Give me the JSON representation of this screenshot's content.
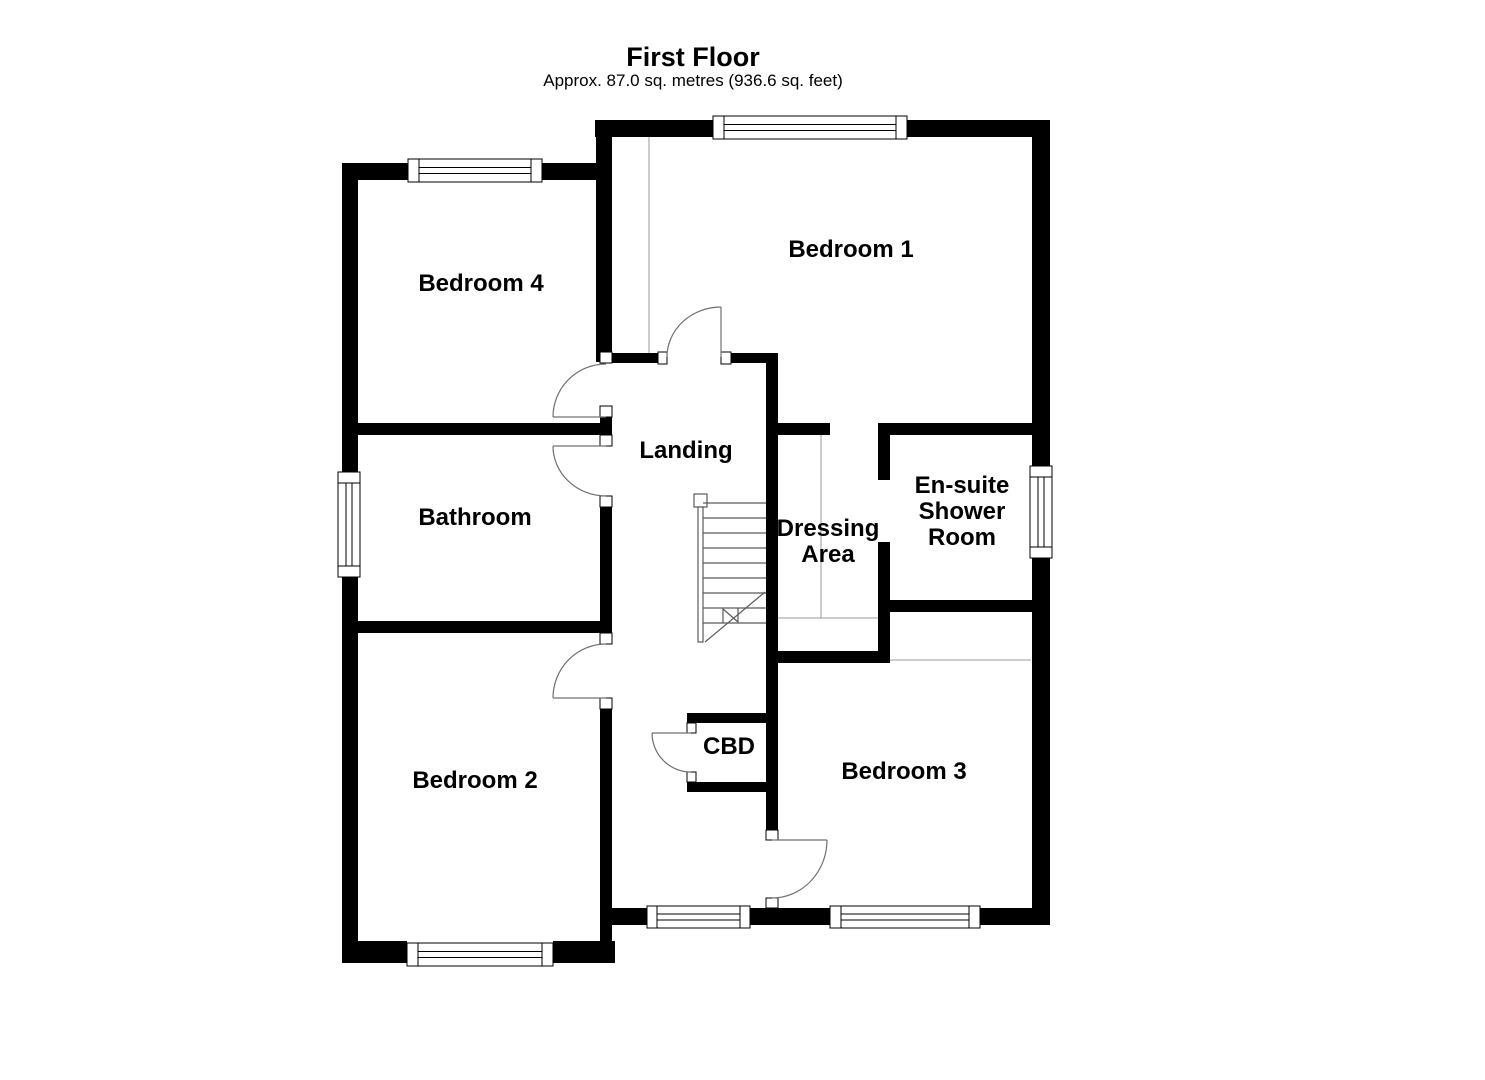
{
  "page": {
    "title": "First Floor",
    "subtitle": "Approx. 87.0 sq. metres (936.6 sq. feet)"
  },
  "rooms": [
    {
      "id": "bedroom-4",
      "label": "Bedroom 4"
    },
    {
      "id": "bedroom-1",
      "label": "Bedroom 1"
    },
    {
      "id": "bathroom",
      "label": "Bathroom"
    },
    {
      "id": "landing",
      "label": "Landing"
    },
    {
      "id": "dressing-area",
      "label": "Dressing\nArea"
    },
    {
      "id": "en-suite-shower-room",
      "label": "En-suite\nShower\nRoom"
    },
    {
      "id": "bedroom-2",
      "label": "Bedroom 2"
    },
    {
      "id": "cbd",
      "label": "CBD"
    },
    {
      "id": "bedroom-3",
      "label": "Bedroom 3"
    }
  ],
  "colors": {
    "background": "#ffffff",
    "wall": "#000000",
    "door_line": "#707070",
    "stair_line": "#5a5a5a",
    "thin_line": "#999999"
  }
}
